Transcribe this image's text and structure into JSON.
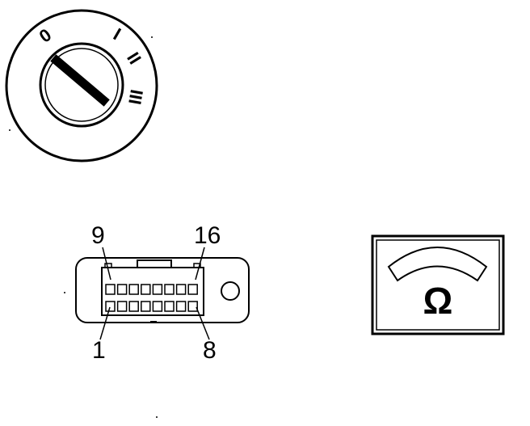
{
  "ignition_switch": {
    "positions": [
      "0",
      "I",
      "II",
      "III"
    ]
  },
  "connector": {
    "pin_top_left": "9",
    "pin_top_right": "16",
    "pin_bottom_left": "1",
    "pin_bottom_right": "8",
    "pins_per_row": 8
  },
  "ohmmeter": {
    "symbol": "Ω"
  },
  "colors": {
    "line": "#000000",
    "background": "#ffffff"
  }
}
